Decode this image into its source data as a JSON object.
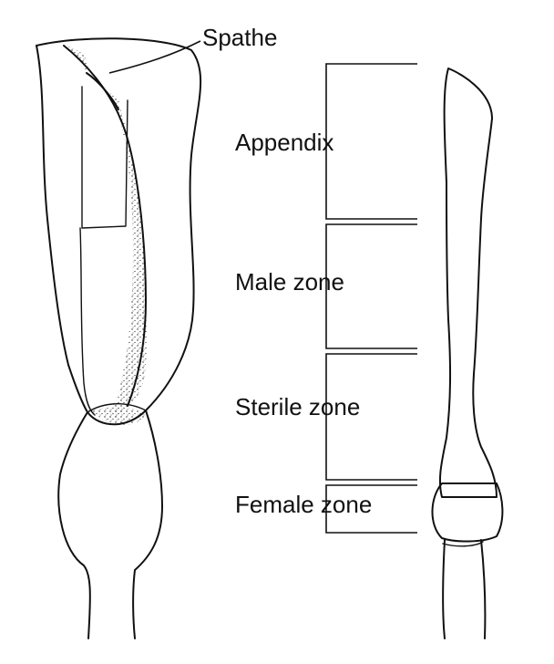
{
  "labels": {
    "spathe": "Spathe",
    "appendix": "Appendix",
    "male_zone": "Male zone",
    "sterile_zone": "Sterile zone",
    "female_zone": "Female zone"
  },
  "colors": {
    "ink": "#111111",
    "background": "#ffffff"
  }
}
